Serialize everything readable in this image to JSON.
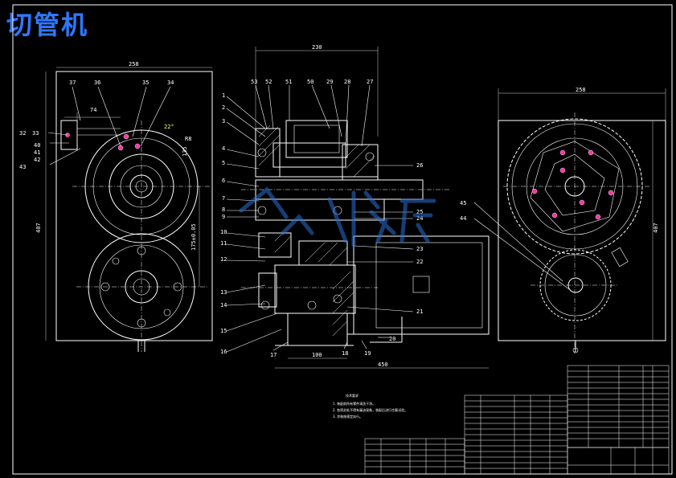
{
  "title": "切管机",
  "colors": {
    "background": "#000000",
    "lines": "#ffffff",
    "title": "#2f78ff",
    "highlight": "#ff33aa",
    "watermark": "#2a6fd6"
  },
  "left_view": {
    "dim_width": "258",
    "dim_height": "407",
    "dim_vertical": "175±0.05",
    "dim_74": "74",
    "dim_radius": "R8",
    "dim_135": "135",
    "angle": "22°",
    "part_labels": [
      "37",
      "36",
      "35",
      "34",
      "32",
      "33",
      "40",
      "41",
      "42",
      "43"
    ]
  },
  "middle_view": {
    "dim_top": "230",
    "dim_bottom": "450",
    "dim_bottom_small": "100",
    "left_labels": [
      "1",
      "2",
      "3",
      "4",
      "5",
      "6",
      "7",
      "8",
      "9",
      "10",
      "11",
      "12",
      "13",
      "14",
      "15",
      "16"
    ],
    "top_labels": [
      "53",
      "52",
      "51",
      "50",
      "29",
      "28",
      "27"
    ],
    "right_labels": [
      "26",
      "25",
      "24",
      "23",
      "22",
      "21",
      "20",
      "19",
      "18",
      "17"
    ]
  },
  "right_view": {
    "dim_width": "258",
    "dim_height": "407",
    "part_labels": [
      "45",
      "44"
    ]
  },
  "notes": {
    "heading": "技术要求",
    "lines": [
      "1. 装配前所有零件清洗干净。",
      "2. 各密封处不得有漏油现象，装配后进行空载试验。",
      "3. 涂装按规定执行。"
    ]
  }
}
